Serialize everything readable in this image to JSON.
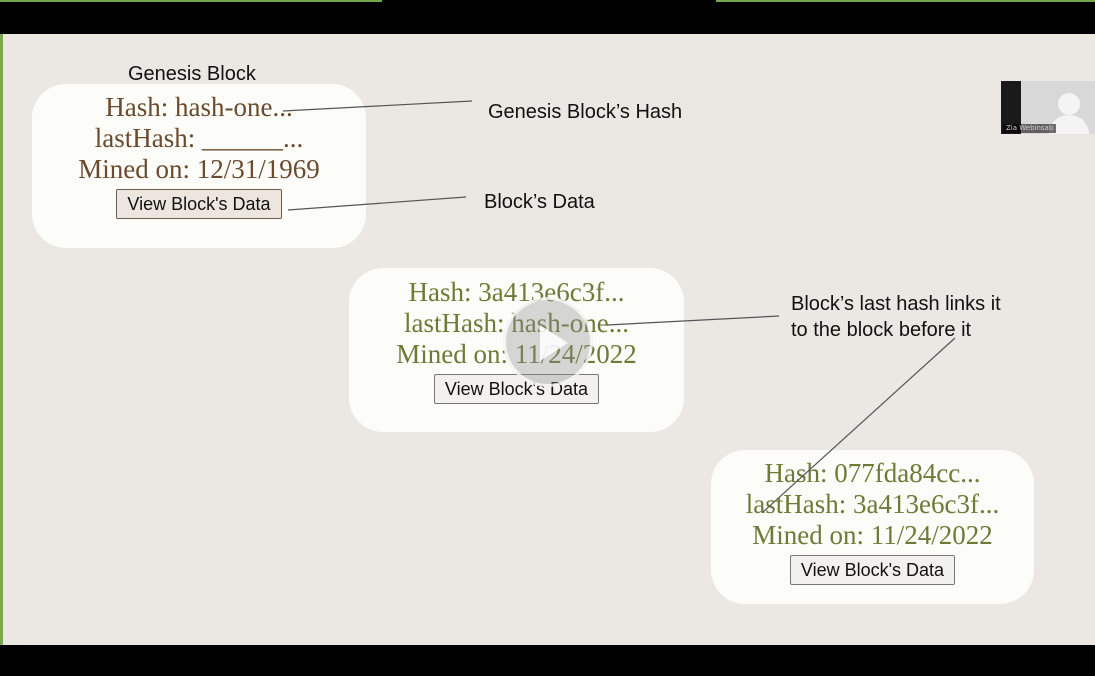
{
  "slide": {
    "genesis_title": "Genesis Block",
    "blocks": [
      {
        "hash_line": "Hash: hash-one...",
        "last_hash_line": "lastHash: ______...",
        "mined_line": "Mined on: 12/31/1969",
        "button_label": "View Block's Data"
      },
      {
        "hash_line": "Hash: 3a413e6c3f...",
        "last_hash_line": "lastHash: hash-one...",
        "mined_line": "Mined on: 11/24/2022",
        "button_label": "View Block's Data"
      },
      {
        "hash_line": "Hash: 077fda84cc...",
        "last_hash_line": "lastHash: 3a413e6c3f...",
        "mined_line": "Mined on: 11/24/2022",
        "button_label": "View Block's Data"
      }
    ],
    "annotations": {
      "genesis_hash": "Genesis Block’s Hash",
      "block_data": "Block’s Data",
      "last_hash_line1": "Block’s last hash links it",
      "last_hash_line2": "to the block before it"
    }
  },
  "video_player": {
    "play_icon": "play-icon"
  },
  "webcam": {
    "participant_name": "Zia Webinsab"
  },
  "colors": {
    "slide_background": "#ebe7e2",
    "genesis_text": "#6b4a2e",
    "mined_block_text": "#6f7a38",
    "card_background": "#fcfcf9",
    "accent_green": "#7aa84e"
  }
}
